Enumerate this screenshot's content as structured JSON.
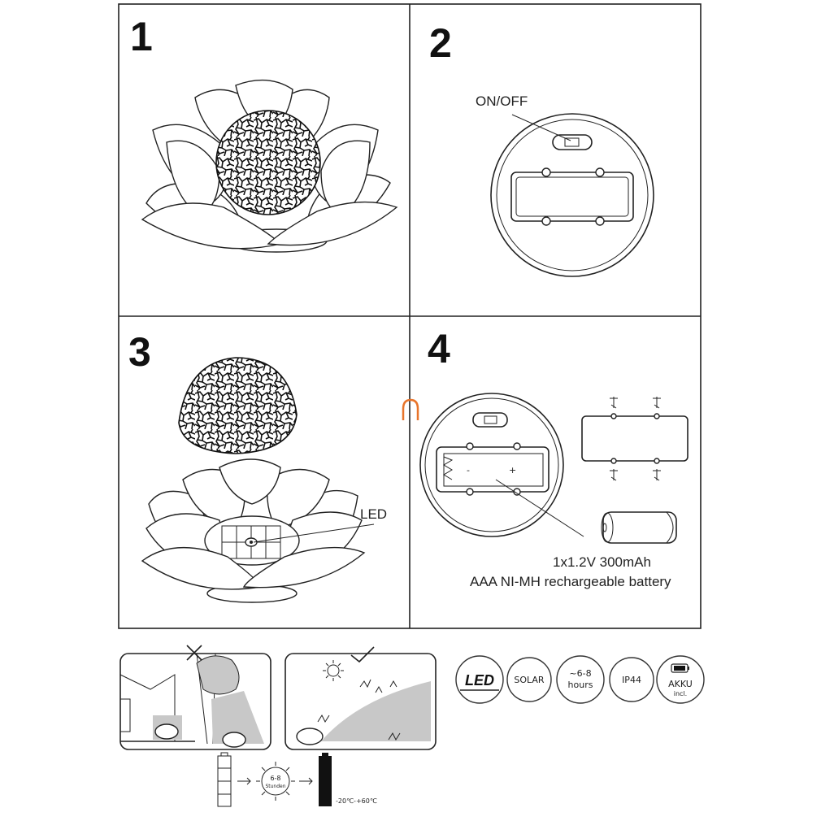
{
  "steps": [
    {
      "number": "1"
    },
    {
      "number": "2",
      "switch_label": "ON/OFF"
    },
    {
      "number": "3",
      "led_label": "LED"
    },
    {
      "number": "4",
      "battery_spec_line1": "1x1.2V 300mAh",
      "battery_spec_line2": "AAA NI-MH rechargeable battery"
    }
  ],
  "battery_compartment": {
    "minus_sign": "-",
    "plus_sign": "+"
  },
  "charging": {
    "sun_hours_line1": "6-8",
    "sun_hours_line2": "Stunden",
    "temperature_range": "-20℃-+60℃"
  },
  "badges": [
    {
      "name": "led",
      "line1": "LED"
    },
    {
      "name": "solar",
      "line1": "SOLAR"
    },
    {
      "name": "runtime",
      "line1": "~6-8",
      "line2": "hours"
    },
    {
      "name": "ip",
      "line1": "IP44"
    },
    {
      "name": "akku",
      "line1": "AKKU",
      "line2": "incl.",
      "icon": "battery-icon"
    }
  ],
  "colors": {
    "line": "#222222",
    "shade": "#c8c8c8",
    "accent": "#e8742a"
  }
}
